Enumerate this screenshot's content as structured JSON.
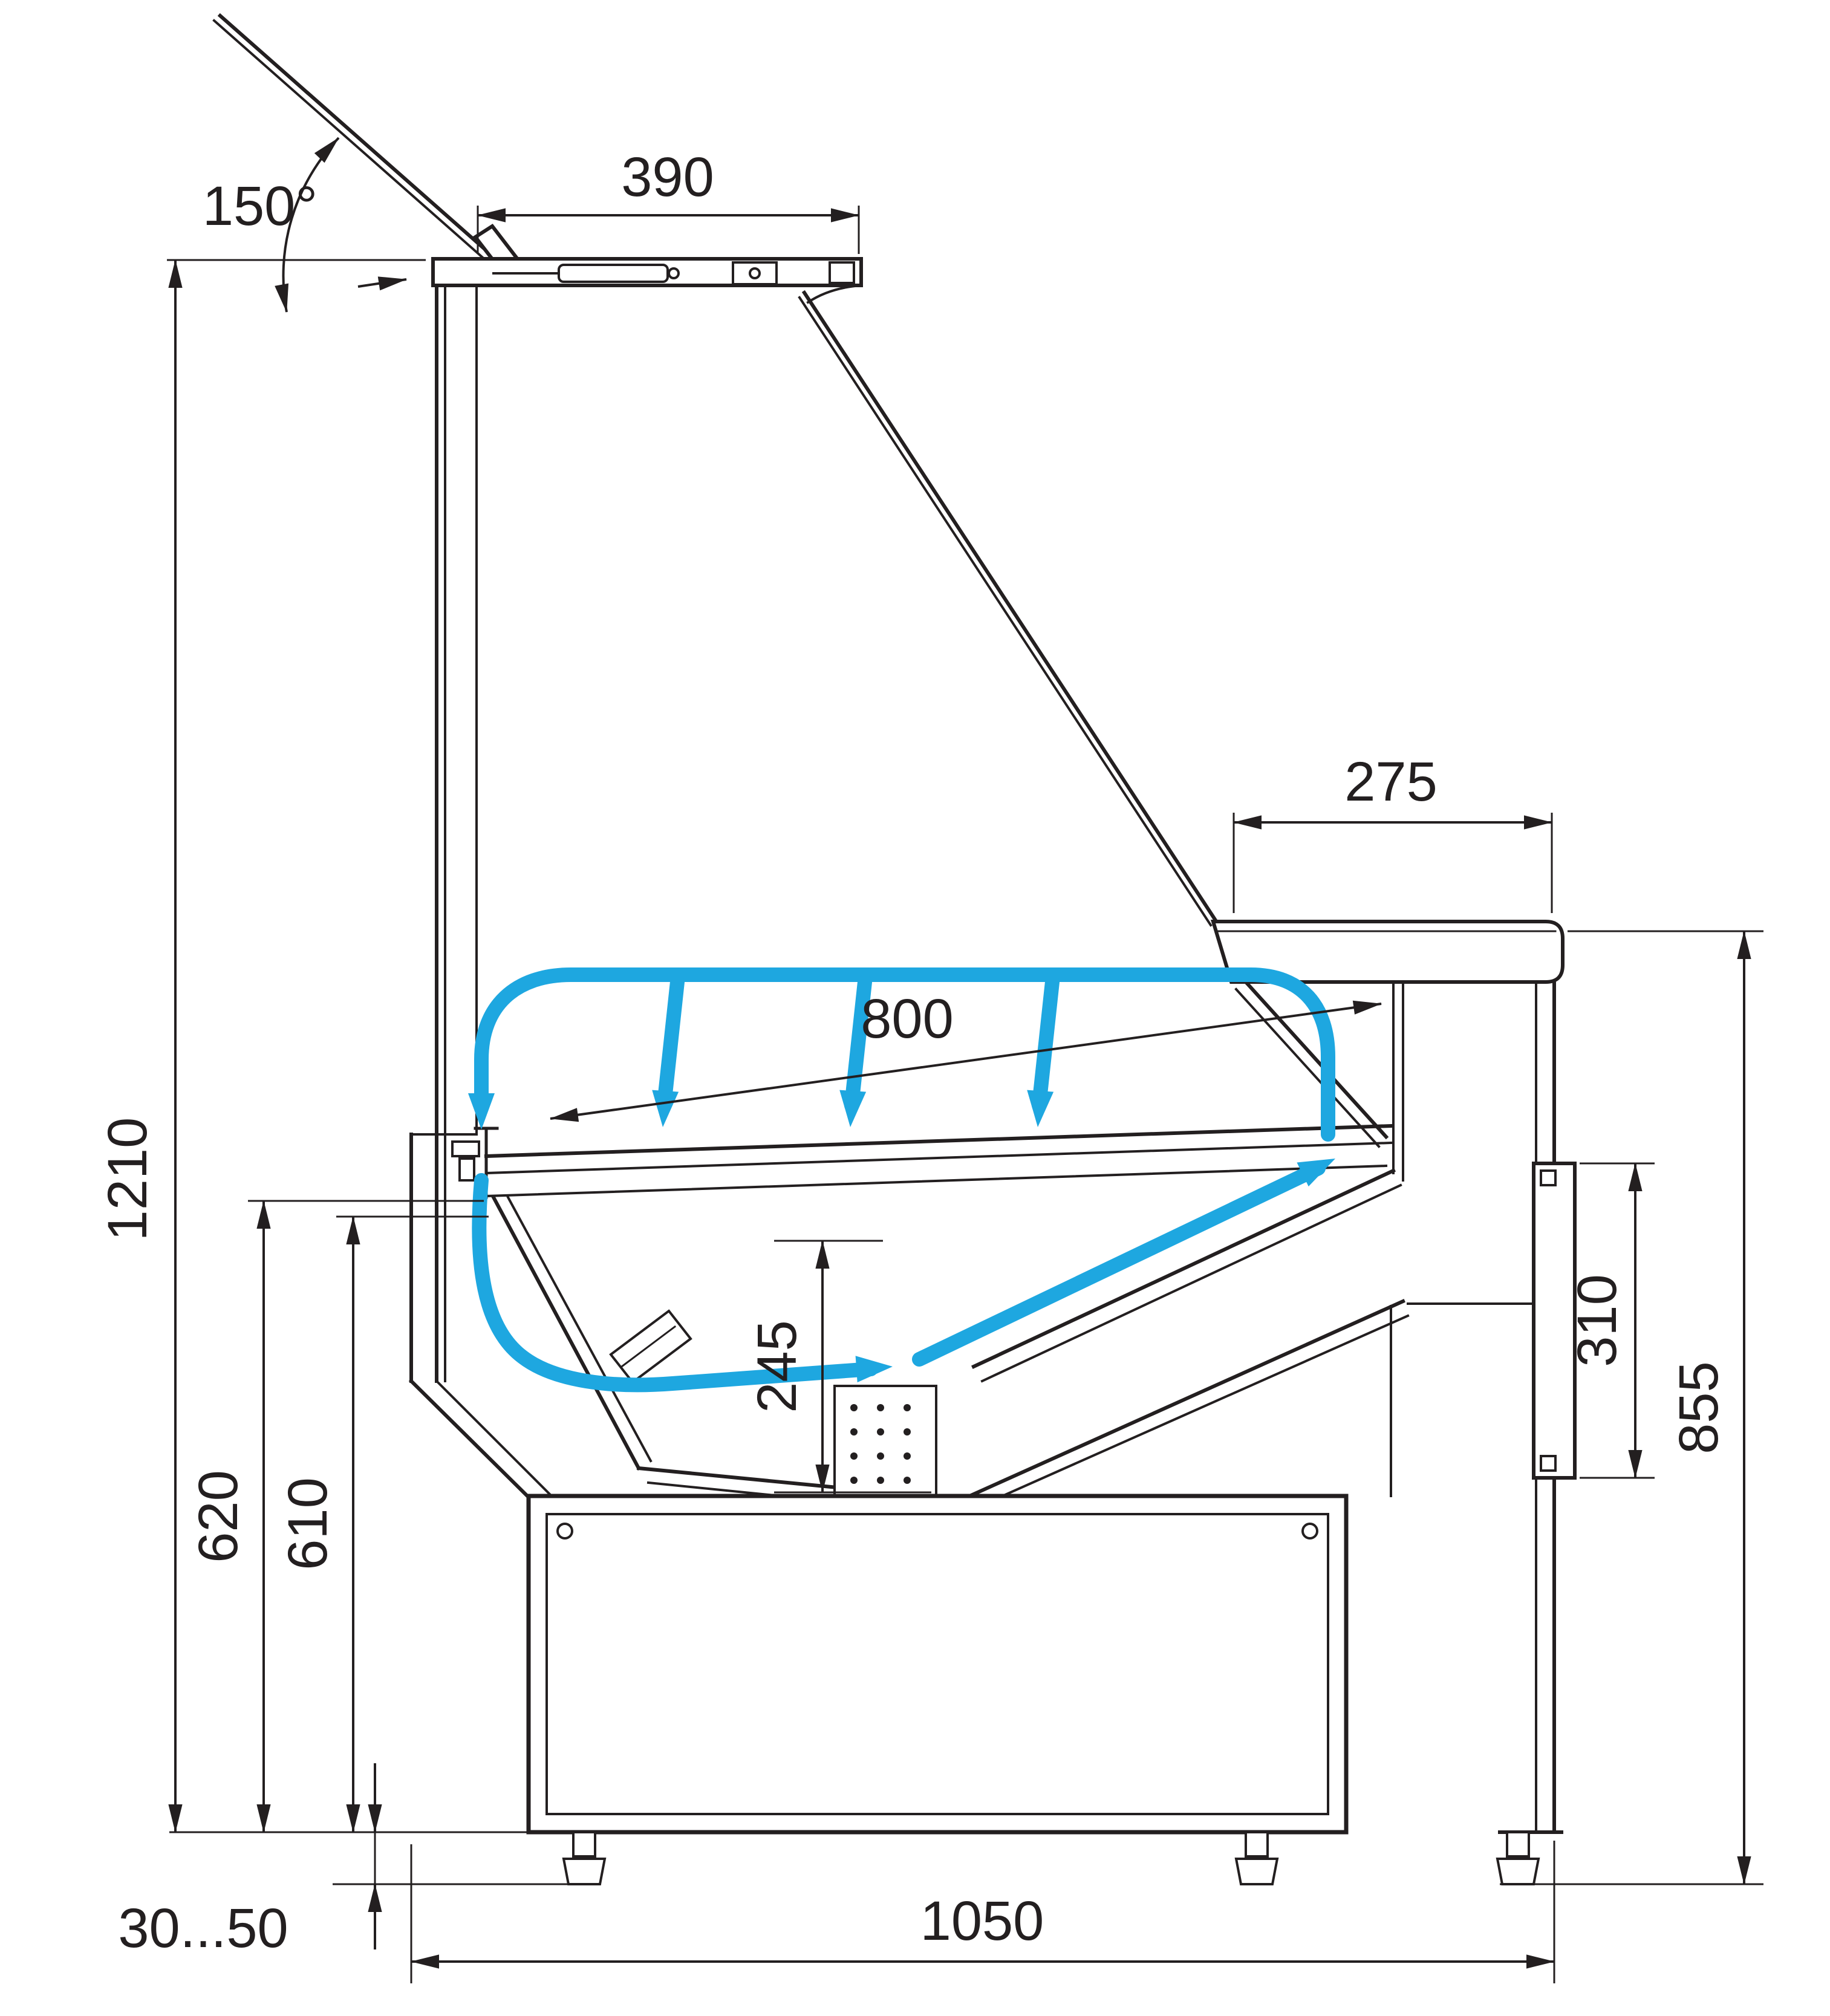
{
  "colors": {
    "line": "#231f20",
    "airflow": "#1ea7e0",
    "background": "#ffffff"
  },
  "dimensions": {
    "lid_angle": "150°",
    "top_width": "390",
    "counter_depth": "275",
    "deck_length": "800",
    "overall_height": "1210",
    "back_height_outer": "620",
    "back_height_inner": "610",
    "well_depth": "245",
    "grille_height": "310",
    "counter_height": "855",
    "foot_adjust_range": "30...50",
    "base_length": "1050"
  }
}
